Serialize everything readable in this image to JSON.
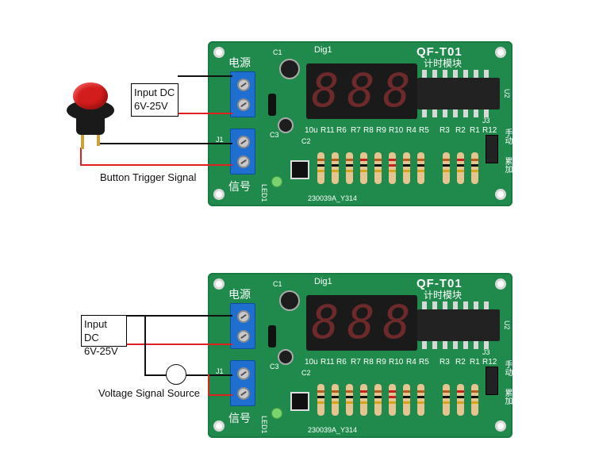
{
  "board": {
    "model": "QF-T01",
    "subtitle": "计时模块",
    "power_label": "电源",
    "signal_label": "信号",
    "digit_label": "Dig1",
    "date_code": "230039A_Y314",
    "auto_label": "手动",
    "accumulate_label": "累加",
    "u2_label": "U2",
    "j3_label": "J3",
    "silk_components": {
      "c1": "C1",
      "c2": "C2",
      "c3": "C3",
      "r10": "10u",
      "r11": "R11",
      "r6": "R6",
      "r7": "R7",
      "r8": "R8",
      "r9": "R9",
      "r10b": "R10",
      "r4": "R4",
      "r5": "R5",
      "r3": "R3",
      "r2": "R2",
      "r1": "R1",
      "r12": "R12",
      "led1": "LED1",
      "j1": "J1"
    },
    "display_digits": [
      "8",
      "8",
      "8"
    ]
  },
  "top_diagram": {
    "power_label": "Input DC\n6V-25V",
    "power_line1": "Input DC",
    "power_line2": "6V-25V",
    "trigger_caption": "Button Trigger Signal"
  },
  "bottom_diagram": {
    "power_line1": "Input DC",
    "power_line2": "6V-25V",
    "source_caption": "Voltage Signal Source"
  },
  "colors": {
    "pcb": "#1f8a4c",
    "terminal": "#1f6fd1",
    "wire_red": "#e0201e",
    "wire_black": "#111111",
    "button_red": "#d31d1d"
  }
}
